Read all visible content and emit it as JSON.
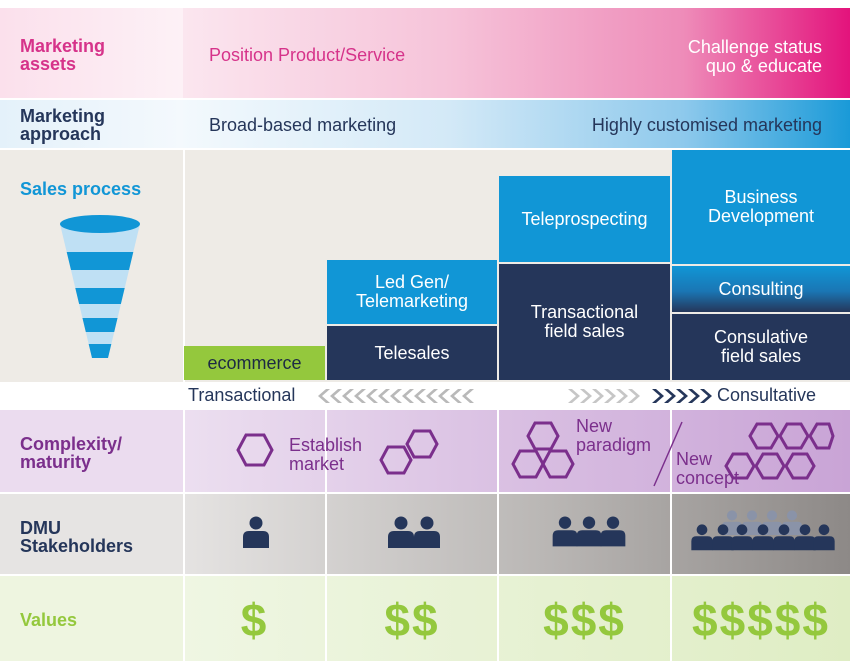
{
  "rows": {
    "marketing_assets": {
      "label_line1": "Marketing",
      "label_line2": "assets",
      "left_text": "Position Product/Service",
      "right_line1": "Challenge status",
      "right_line2": "quo & educate"
    },
    "marketing_approach": {
      "label_line1": "Marketing",
      "label_line2": "approach",
      "left_text": "Broad-based marketing",
      "right_text": "Highly customised marketing"
    },
    "sales_process": {
      "label": "Sales process",
      "boxes": {
        "ecommerce": "ecommerce",
        "leadgen_line1": "Led Gen/",
        "leadgen_line2": "Telemarketing",
        "telesales": "Telesales",
        "teleprospecting": "Teleprospecting",
        "transactional_line1": "Transactional",
        "transactional_line2": "field sales",
        "bizdev_line1": "Business",
        "bizdev_line2": "Development",
        "consulting": "Consulting",
        "consultative_line1": "Consulative",
        "consultative_line2": "field sales"
      }
    },
    "spectrum": {
      "left": "Transactional",
      "right": "Consultative"
    },
    "complexity": {
      "label_line1": "Complexity/",
      "label_line2": "maturity",
      "establish_line1": "Establish",
      "establish_line2": "market",
      "paradigm_line1": "New",
      "paradigm_line2": "paradigm",
      "concept_line1": "New",
      "concept_line2": "concept"
    },
    "dmu": {
      "label_line1": "DMU",
      "label_line2": "Stakeholders",
      "counts": [
        1,
        2,
        3,
        10
      ]
    },
    "values": {
      "label": "Values",
      "counts": [
        1,
        2,
        3,
        5
      ],
      "symbol": "$"
    }
  },
  "colors": {
    "pink": "#d6338a",
    "navy": "#25365a",
    "blue": "#1196d6",
    "purple": "#7b2f8c",
    "green": "#94c83d"
  }
}
